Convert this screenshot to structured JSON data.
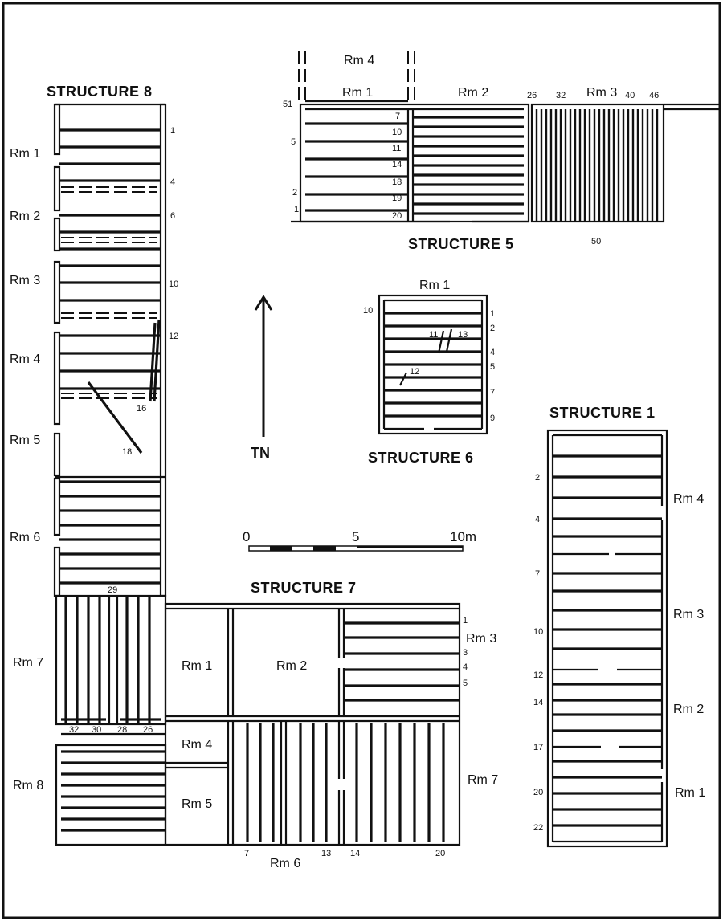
{
  "labels": {
    "structure_8": "STRUCTURE 8",
    "structure_5": "STRUCTURE 5",
    "structure_6": "STRUCTURE 6",
    "structure_7": "STRUCTURE 7",
    "structure_1": "STRUCTURE 1",
    "north": "TN",
    "scale_0": "0",
    "scale_5": "5",
    "scale_10": "10m"
  },
  "structure_8": {
    "rooms": [
      "Rm 1",
      "Rm 2",
      "Rm 3",
      "Rm 4",
      "Rm 5",
      "Rm 6",
      "Rm 7",
      "Rm 8"
    ],
    "beam_numbers": [
      "1",
      "4",
      "6",
      "10",
      "12",
      "16",
      "18",
      "29",
      "32",
      "30",
      "28",
      "26"
    ]
  },
  "structure_5": {
    "rooms": [
      "Rm 4",
      "Rm 1",
      "Rm 2",
      "Rm 3"
    ],
    "beam_numbers": [
      "51",
      "5",
      "2",
      "1",
      "7",
      "10",
      "11",
      "14",
      "18",
      "19",
      "20",
      "26",
      "32",
      "40",
      "46",
      "50"
    ]
  },
  "structure_6": {
    "rooms": [
      "Rm 1"
    ],
    "beam_numbers": [
      "10",
      "1",
      "2",
      "11",
      "13",
      "4",
      "5",
      "12",
      "7",
      "9"
    ]
  },
  "structure_7": {
    "rooms": [
      "Rm 1",
      "Rm 2",
      "Rm 3",
      "Rm 4",
      "Rm 5",
      "Rm 6",
      "Rm 7"
    ],
    "beam_numbers": [
      "1",
      "3",
      "4",
      "5",
      "7",
      "13",
      "14",
      "20"
    ]
  },
  "structure_1": {
    "rooms": [
      "Rm 4",
      "Rm 3",
      "Rm 2",
      "Rm 1"
    ],
    "beam_numbers": [
      "2",
      "4",
      "7",
      "10",
      "12",
      "14",
      "17",
      "20",
      "22"
    ]
  }
}
